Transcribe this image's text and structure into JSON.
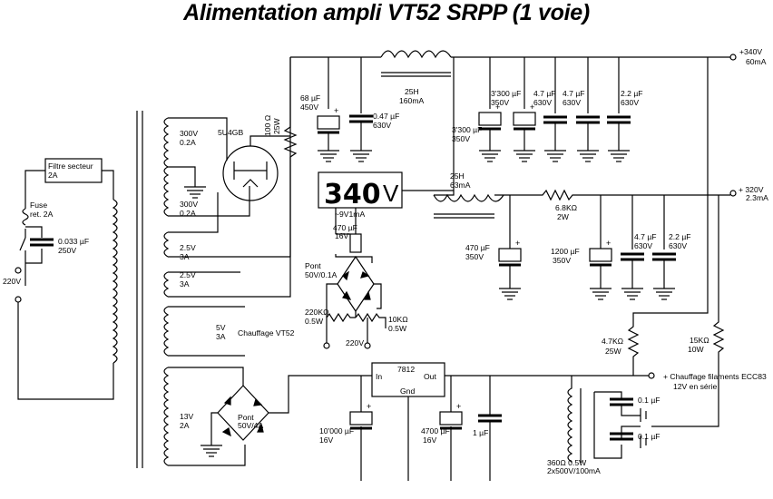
{
  "title": "Alimentation ampli VT52 SRPP (1 voie)",
  "outputs": {
    "hv340": [
      "+340V",
      "60mA"
    ],
    "hv320": [
      "+ 320V",
      "2.3mA"
    ],
    "heater": [
      "+ Chauffage filaments ECC83",
      "12V en série"
    ]
  },
  "mains": {
    "filter": [
      "Filtre secteur",
      "2A"
    ],
    "fuse": [
      "Fuse",
      "ret. 2A"
    ],
    "cap": [
      "0.033 µF",
      "250V"
    ],
    "voltage": "220V"
  },
  "transformer": {
    "w300a": [
      "300V",
      "0.2A"
    ],
    "w300b": [
      "300V",
      "0.2A"
    ],
    "w25a": [
      "2.5V",
      "3A"
    ],
    "w25b": [
      "2.5V",
      "3A"
    ],
    "w5": [
      "5V",
      "3A"
    ],
    "w5_label": "Chauffage VT52",
    "w13": [
      "13V",
      "2A"
    ]
  },
  "rectifier": "5U4GB",
  "resistor_100": [
    "100 Ω",
    "25W"
  ],
  "caps_top": {
    "c68": [
      "68 µF",
      "450V"
    ],
    "c047": [
      "0.47 µF",
      "630V"
    ],
    "c3300a": [
      "3'300 µF",
      "350V"
    ],
    "c3300b": [
      "3'300 µF",
      "350V"
    ],
    "c47a": [
      "4.7 µF",
      "630V"
    ],
    "c47b": [
      "4.7 µF",
      "630V"
    ],
    "c22": [
      "2.2 µF",
      "630V"
    ]
  },
  "choke1": [
    "25H",
    "160mA"
  ],
  "choke2": [
    "25H",
    "63mA"
  ],
  "meter": {
    "value": "340",
    "unit": "V",
    "label": "~9V1mA"
  },
  "meter_supply": {
    "c470": [
      "470 µF",
      "16V"
    ],
    "bridge": [
      "Pont",
      "50V/0.1A"
    ],
    "r220": [
      "220KΩ",
      "0.5W"
    ],
    "r10": [
      "10KΩ",
      "0.5W"
    ],
    "vin": "220V"
  },
  "stage2": {
    "r68": [
      "6.8KΩ",
      "2W"
    ],
    "c470": [
      "470 µF",
      "350V"
    ],
    "c1200": [
      "1200 µF",
      "350V"
    ],
    "c47": [
      "4.7 µF",
      "630V"
    ],
    "c22": [
      "2.2 µF",
      "630V"
    ]
  },
  "bleeders": {
    "r47": [
      "4.7KΩ",
      "25W"
    ],
    "r15": [
      "15KΩ",
      "10W"
    ]
  },
  "regulator": {
    "name": "7812",
    "in": "In",
    "out": "Out",
    "gnd": "Gnd"
  },
  "low_supply": {
    "bridge": [
      "Pont",
      "50V/4A"
    ],
    "c10000": [
      "10'000 µF",
      "16V"
    ],
    "c4700": [
      "4700 µF",
      "16V"
    ],
    "c1": "1 µF",
    "c01a": "0.1 µF",
    "c01b": "0.1 µF",
    "ct": [
      "360Ω 0.5W",
      "2x500V/100mA"
    ]
  }
}
